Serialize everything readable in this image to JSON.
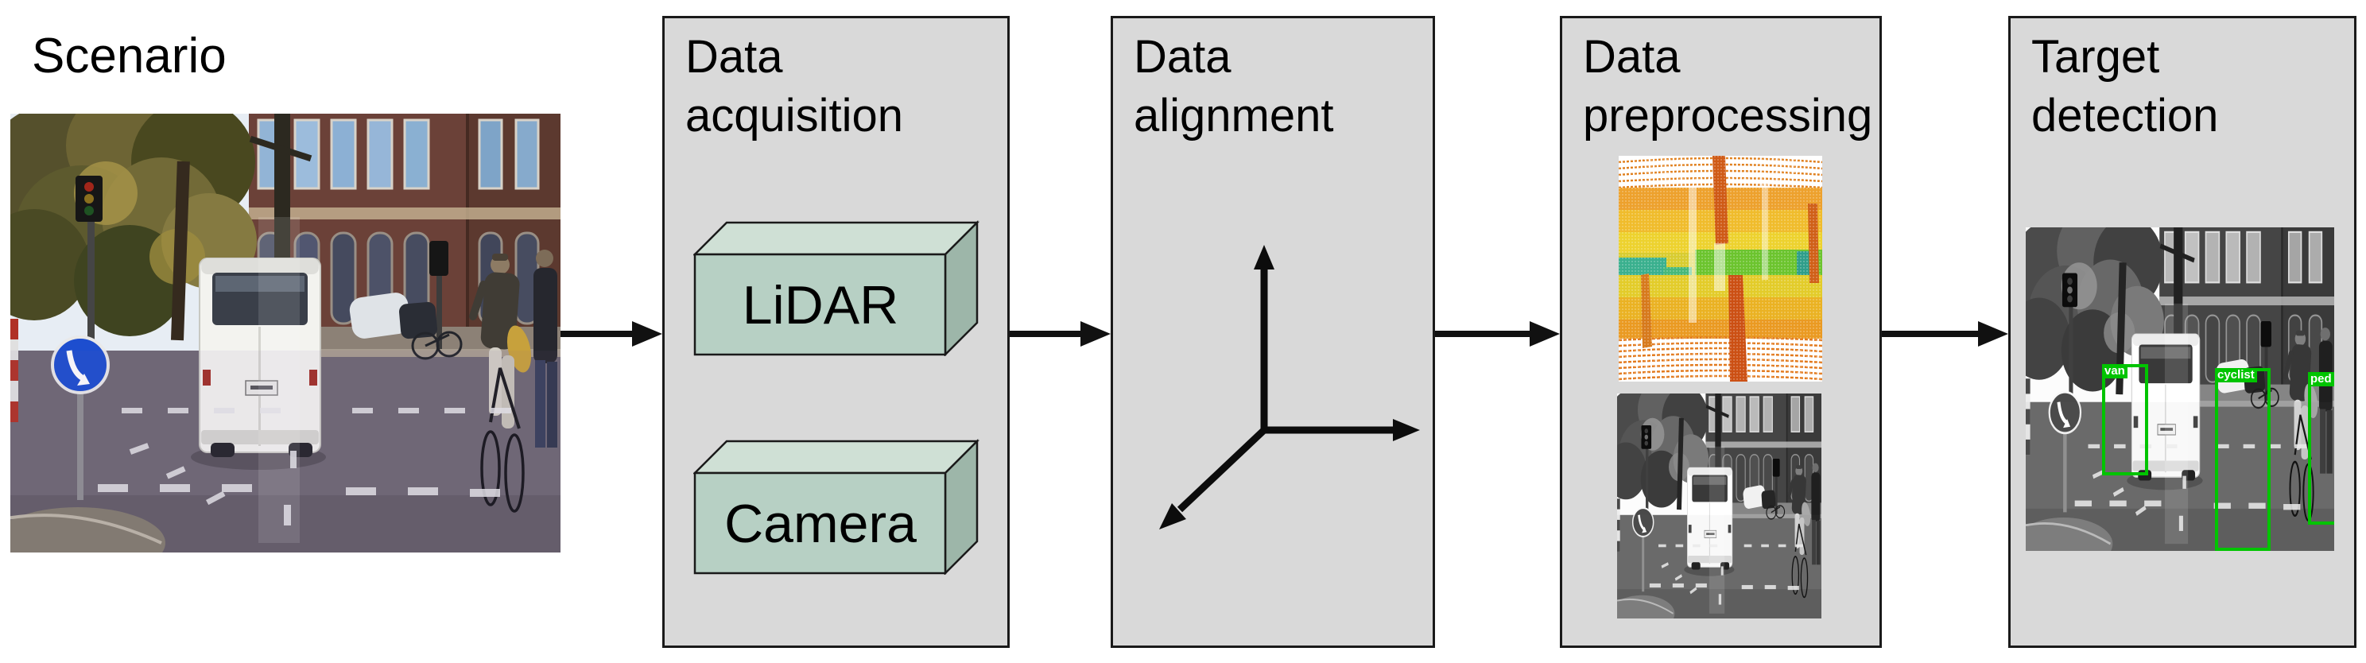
{
  "diagram": {
    "type": "processing-pipeline",
    "stage_count": 4,
    "flow_direction": "left-to-right"
  },
  "scenario": {
    "label": "Scenario"
  },
  "stages": [
    {
      "id": "data-acquisition",
      "title": "Data\nacquisition",
      "sensor_boxes": [
        "LiDAR",
        "Camera"
      ]
    },
    {
      "id": "data-alignment",
      "title": "Data\nalignment",
      "icon": "3d-coordinate-axes"
    },
    {
      "id": "data-preprocessing",
      "title": "Data\npreprocessing",
      "images": [
        "lidar-range-view",
        "grayscale-camera-view"
      ]
    },
    {
      "id": "target-detection",
      "title": "Target\ndetection",
      "detections": [
        {
          "label": "van"
        },
        {
          "label": "cyclist"
        },
        {
          "label": "ped"
        }
      ]
    }
  ],
  "colors": {
    "panel_fill": "#d9d9d9",
    "panel_border": "#1a1a1a",
    "sensor_box_front": "#b7d0c4",
    "sensor_box_top": "#cfe0d5",
    "sensor_box_side": "#9db6a9",
    "detection_box_green": "#00c400",
    "arrow_black": "#111111"
  }
}
